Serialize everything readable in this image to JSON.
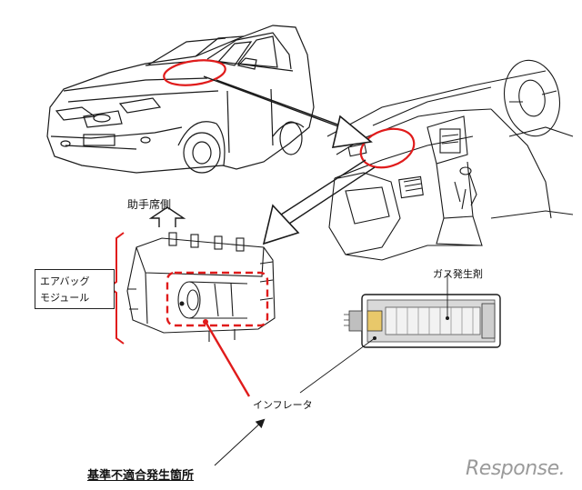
{
  "labels": {
    "passenger_side": "助手席側",
    "airbag_module_line1": "エアバッグ",
    "airbag_module_line2": "モジュール",
    "gas_generant": "ガス発生剤",
    "inflator": "インフレータ",
    "defect_location": "基準不適合発生箇所"
  },
  "watermark": "Response.",
  "colors": {
    "highlight": "#e01b1b",
    "line": "#1a1a1a",
    "background": "#ffffff"
  }
}
